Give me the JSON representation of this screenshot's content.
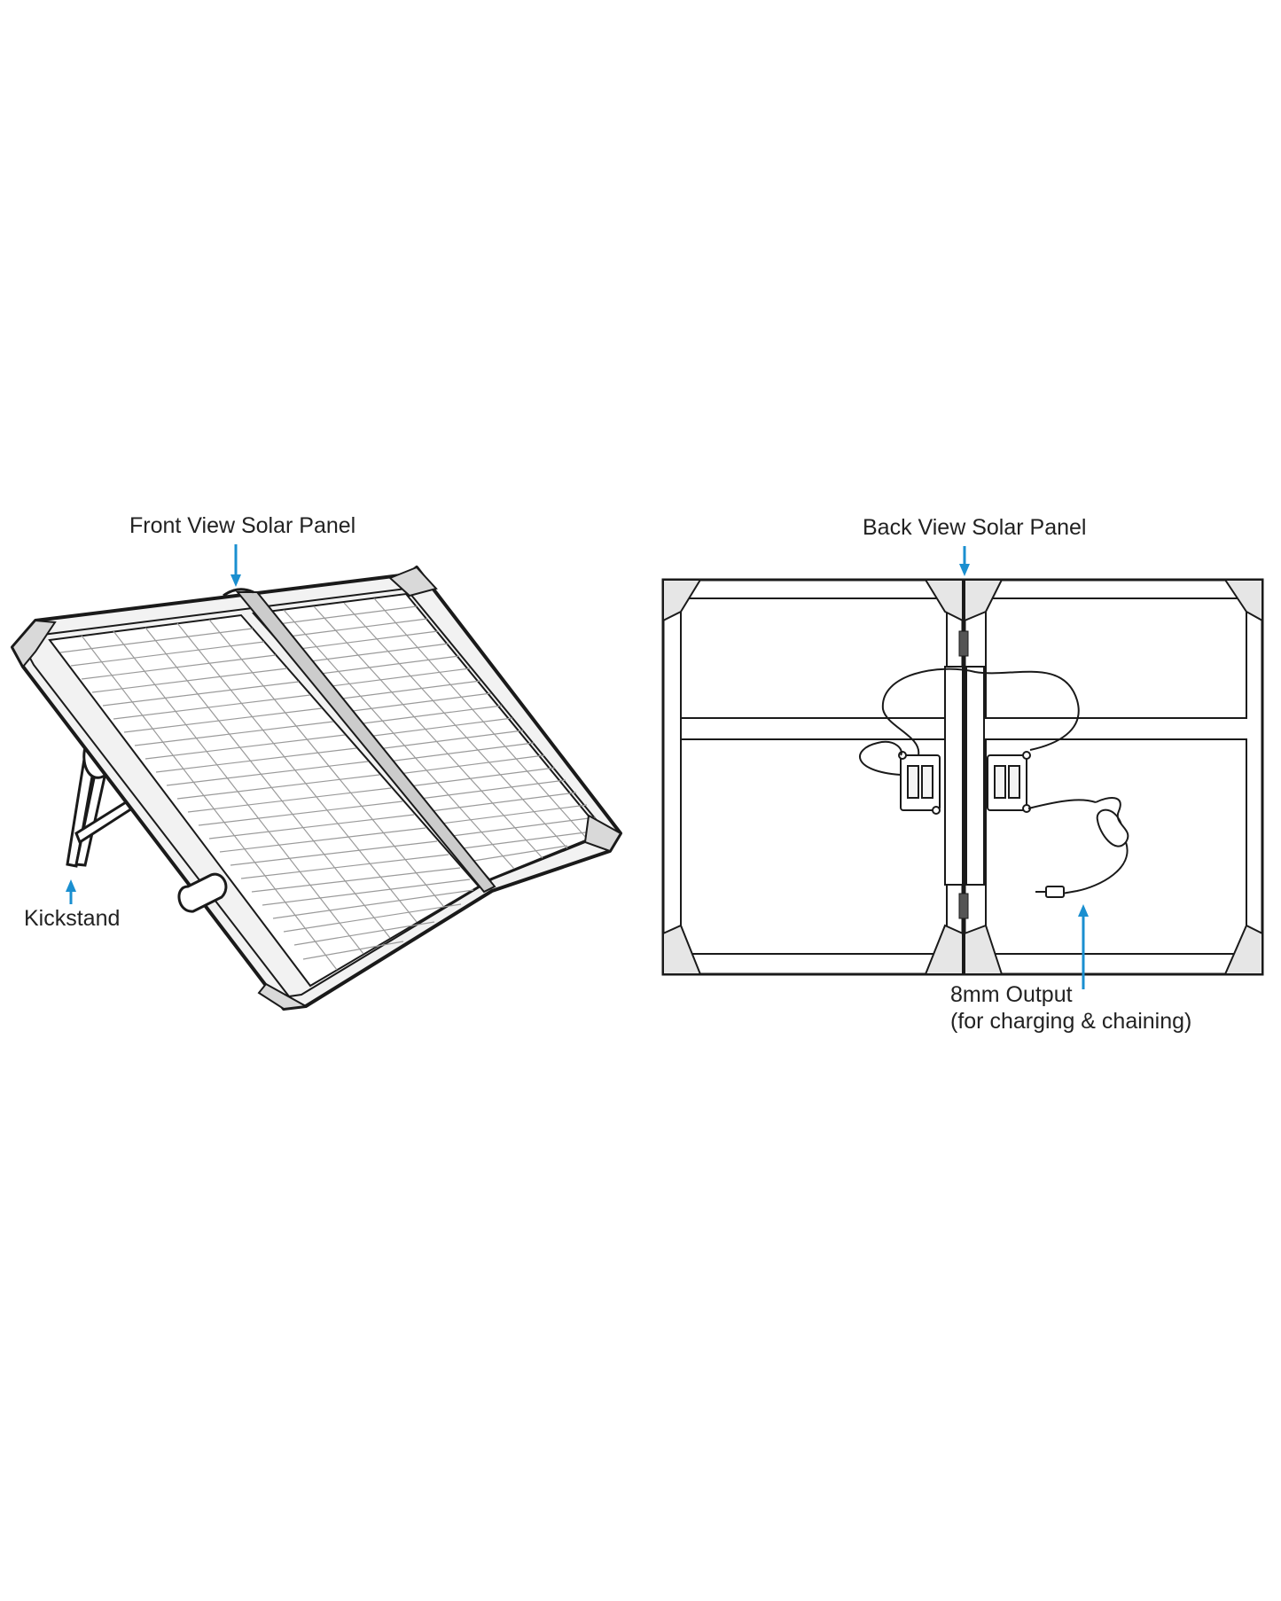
{
  "labels": {
    "front_view": "Front View Solar Panel",
    "back_view": "Back View Solar Panel",
    "kickstand": "Kickstand",
    "output_line1": "8mm Output",
    "output_line2": "(for charging & chaining)"
  },
  "colors": {
    "arrow": "#1a8fd0",
    "line": "#1a1a1a",
    "frame_fill": "#e6e6e6",
    "cell_line": "#9a9a9a"
  }
}
